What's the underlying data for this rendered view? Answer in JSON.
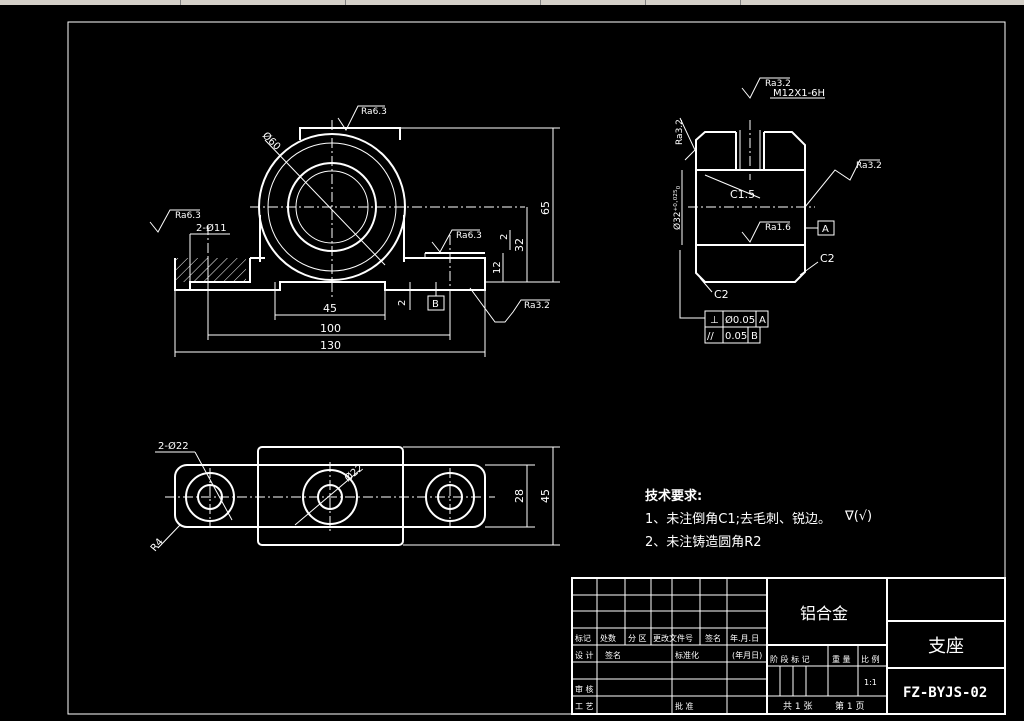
{
  "front_view": {
    "roughness_top": "Ra6.3",
    "roughness_left": "Ra6.3",
    "roughness_mid": "Ra6.3",
    "roughness_bottom": "Ra3.2",
    "dia_bore": "Ø60",
    "hole_note": "2-Ø11",
    "dim_45": "45",
    "dim_100": "100",
    "dim_130": "130",
    "dim_65": "65",
    "dim_32": "32",
    "dim_2a": "2",
    "dim_12": "12",
    "dim_2b": "2",
    "datum_b": "B"
  },
  "section_view": {
    "roughness_top": "Ra3.2",
    "thread": "M12X1-6H",
    "roughness_left": "Ra3.2",
    "roughness_right": "Ra3.2",
    "chamfer_c15": "C1.5",
    "bore_dim": "Ø32⁺⁰·⁰²⁵₀",
    "roughness_bore": "Ra1.6",
    "datum_a": "A",
    "chamfer_c2a": "C2",
    "chamfer_c2b": "C2",
    "tol1_sym": "⊥",
    "tol1_val": "Ø0.05",
    "tol1_ref": "A",
    "tol2_sym": "//",
    "tol2_val": "0.05",
    "tol2_ref": "B"
  },
  "top_view": {
    "hole_note": "2-Ø22",
    "center_dia": "Ø22",
    "radius": "R4",
    "dim_28": "28",
    "dim_45": "45"
  },
  "tech_req": {
    "title": "技术要求:",
    "item1": "1、未注倒角C1;去毛刺、锐边。",
    "item2": "2、未注铸造圆角R2",
    "symbol": "∇(√)"
  },
  "title_block": {
    "material": "铝合金",
    "part_name": "支座",
    "drawing_no": "FZ-BYJS-02",
    "h_mark": "标记",
    "h_count": "处数",
    "h_zone": "分 区",
    "h_doc": "更改文件号",
    "h_sign": "签名",
    "h_date": "年.月.日",
    "h_design": "设 计",
    "h_sign2": "签名",
    "h_std": "标准化",
    "h_date2": "(年月日)",
    "h_stage": "阶 段 标 记",
    "h_weight": "重 量",
    "h_scale": "比 例",
    "scale_val": "1:1",
    "h_review": "审 核",
    "h_process": "工 艺",
    "h_approve": "批 准",
    "sheet_total": "共 1 张",
    "sheet_no": "第 1 页"
  }
}
